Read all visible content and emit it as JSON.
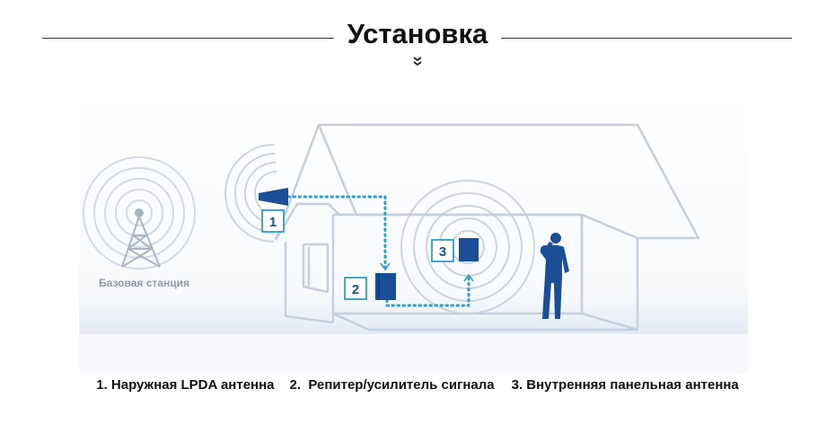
{
  "header": {
    "title": "Установка"
  },
  "diagram": {
    "station_label": "Базовая станция",
    "badges": {
      "outdoor": "1",
      "repeater": "2",
      "indoor": "3"
    }
  },
  "legend": {
    "items": [
      "1. Наружная LPDA антенна",
      "2.  Репитер/усилитель сигнала",
      "3. Внутренняя панельная антенна"
    ]
  },
  "colors": {
    "accent": "#1a4f98",
    "dotted": "#2c9fd0",
    "house_outline": "#c6d0dc",
    "waves": "#cfd7e2"
  }
}
